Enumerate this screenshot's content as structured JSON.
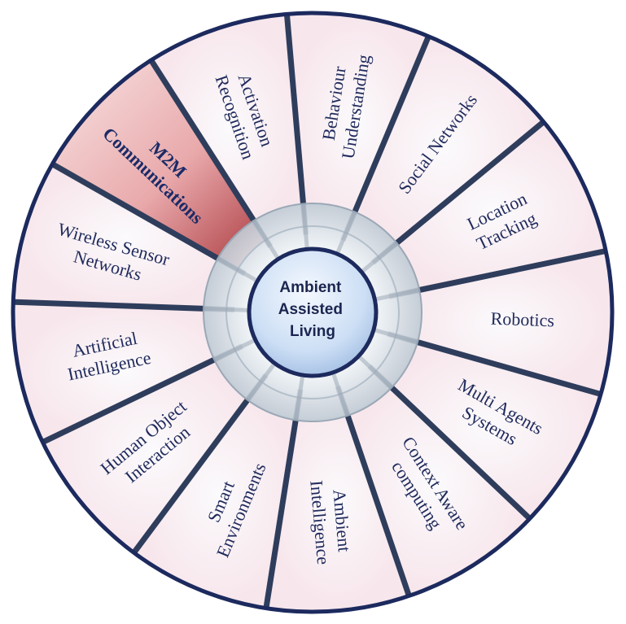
{
  "center": {
    "lines": [
      "Ambient",
      "Assisted",
      "Living"
    ]
  },
  "segments": [
    {
      "lines": [
        "Wireless Sensor",
        "Networks"
      ],
      "highlight": false
    },
    {
      "lines": [
        "M2M",
        "Communications"
      ],
      "highlight": true
    },
    {
      "lines": [
        "Activation",
        "Recognition"
      ],
      "highlight": false
    },
    {
      "lines": [
        "Behaviour",
        "Understanding"
      ],
      "highlight": false
    },
    {
      "lines": [
        "Social Networks"
      ],
      "highlight": false
    },
    {
      "lines": [
        "Location",
        "Tracking"
      ],
      "highlight": false
    },
    {
      "lines": [
        "Robotics"
      ],
      "highlight": false
    },
    {
      "lines": [
        "Multi Agents",
        "Systems"
      ],
      "highlight": false
    },
    {
      "lines": [
        "Context Aware",
        "computing"
      ],
      "highlight": false
    },
    {
      "lines": [
        "Ambient",
        "Intelligence"
      ],
      "highlight": false
    },
    {
      "lines": [
        "Smart",
        "Environments"
      ],
      "highlight": false
    },
    {
      "lines": [
        "Human Object",
        "Interaction"
      ],
      "highlight": false
    },
    {
      "lines": [
        "Artificial",
        "Intelligence"
      ],
      "highlight": false
    }
  ],
  "colors": {
    "border": "#1c2a5e",
    "spoke": "#2f3d5c",
    "segment_light": "#f7f1f6",
    "segment_pink": "#f6dfe4",
    "highlight_dark": "#b75458",
    "highlight_light": "#f5d5d5",
    "hub_ring": "#c9d3dc",
    "center_fill": "#cfe0f6"
  }
}
